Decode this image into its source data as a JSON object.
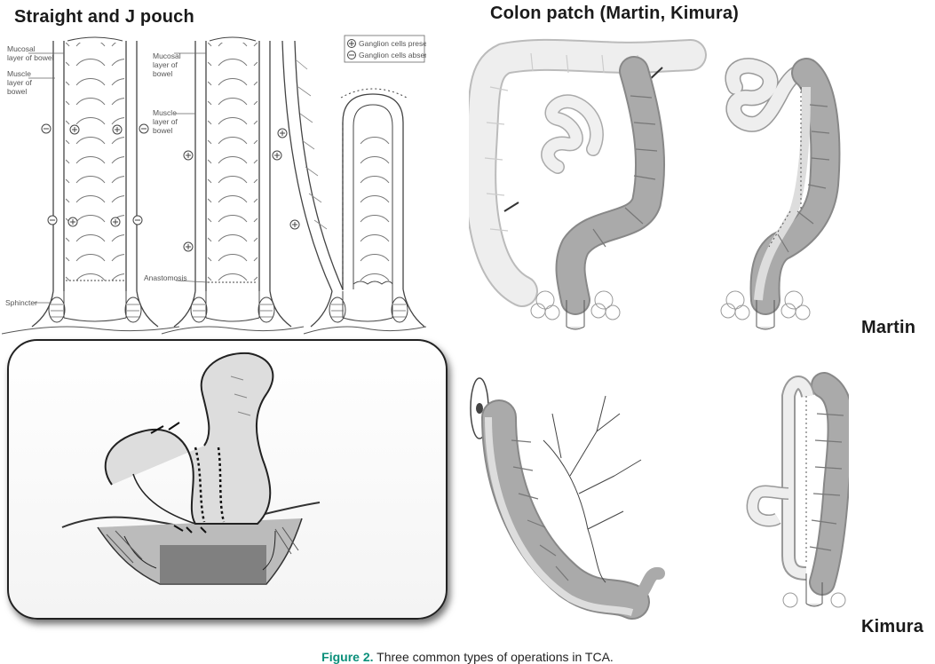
{
  "titles": {
    "top_left": "Straight and J pouch",
    "top_right": "Colon patch (Martin, Kimura)",
    "martin": "Martin",
    "kimura": "Kimura"
  },
  "pouch_labels": {
    "mucosal_left": [
      "Mucosal",
      "layer of bowel"
    ],
    "muscle_left": [
      "Muscle",
      "layer of",
      "bowel"
    ],
    "mucosal_mid": [
      "Mucosal",
      "layer of",
      "bowel"
    ],
    "muscle_mid": [
      "Muscle",
      "layer of",
      "bowel"
    ],
    "sphincter": "Sphincter",
    "anastomosis": "Anastomosis"
  },
  "legend": {
    "present": "Ganglion cells present",
    "absent": "Ganglion cells absent",
    "present_symbol": "+",
    "absent_symbol": "−"
  },
  "caption": {
    "label": "Figure 2.",
    "text": "Three common types of operations in TCA."
  }
}
